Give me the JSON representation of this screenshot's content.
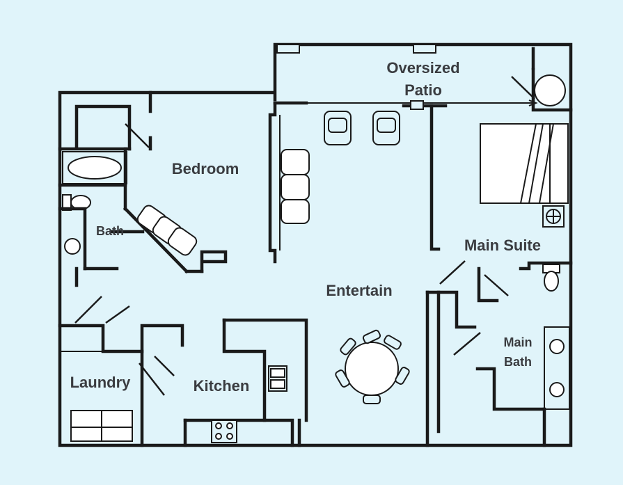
{
  "colors": {
    "background": "#e0f4fa",
    "walls": "#1a1a1a",
    "labels": "#3a3c40"
  },
  "rooms": {
    "patio": {
      "line1": "Oversized",
      "line2": "Patio"
    },
    "bedroom": "Bedroom",
    "bath": "Bath",
    "main_suite": "Main Suite",
    "entertain": "Entertain",
    "main_bath": {
      "line1": "Main",
      "line2": "Bath"
    },
    "laundry": "Laundry",
    "kitchen": "Kitchen"
  }
}
